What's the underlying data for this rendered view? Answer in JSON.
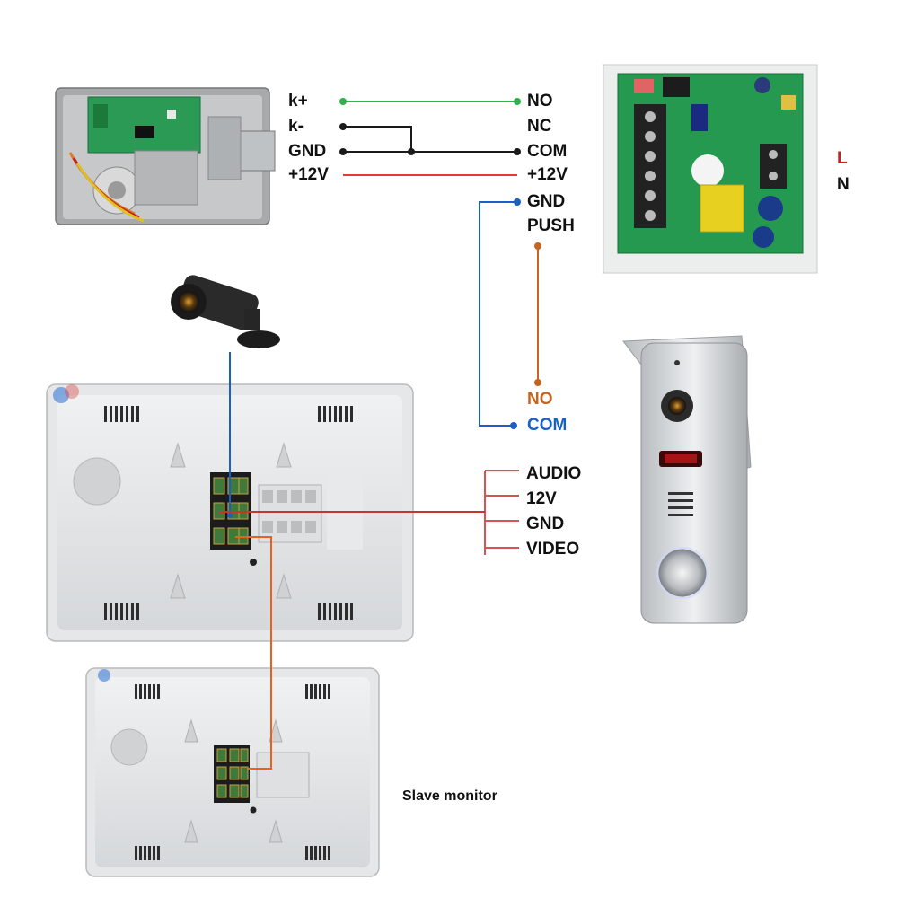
{
  "lock_terminals": {
    "k_plus": "k+",
    "k_minus": "k-",
    "gnd": "GND",
    "plus12v": "+12V"
  },
  "power_supply_terminals": {
    "no": "NO",
    "nc": "NC",
    "com": "COM",
    "plus12v": "+12V",
    "gnd": "GND",
    "push": "PUSH"
  },
  "mains_labels": {
    "l": "L",
    "n": "N"
  },
  "door_station_contacts": {
    "no": "NO",
    "com": "COM"
  },
  "door_station_wires": {
    "audio": "AUDIO",
    "v12": "12V",
    "gnd": "GND",
    "video": "VIDEO"
  },
  "slave_monitor_label": "Slave monitor",
  "colors": {
    "green_wire": "#2db34a",
    "black_wire": "#1a1a1a",
    "red_wire": "#e03a3a",
    "blue_wire": "#1a5fc4",
    "brown_wire": "#c8641e",
    "orange_wire": "#e8621e",
    "pcb_green": "#1f9a4a",
    "panel_silver": "#d4d6d8"
  }
}
